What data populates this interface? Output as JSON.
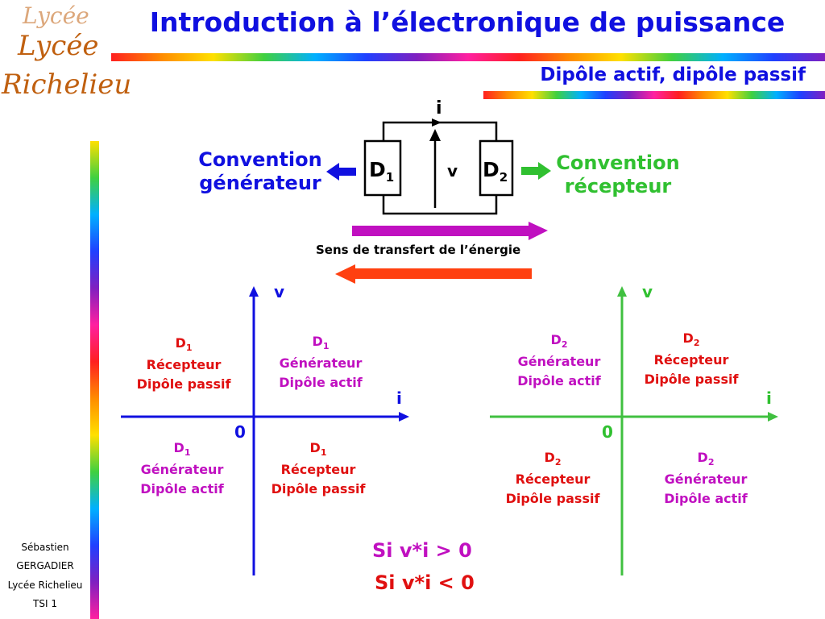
{
  "header": {
    "title": "Introduction à l’électronique de puissance",
    "subtitle": "Dipôle actif, dipôle passif"
  },
  "logo": {
    "line1": "Lycée",
    "line2": "Lycée",
    "line3": "Richelieu"
  },
  "circuit": {
    "current_label": "i",
    "voltage_label": "v",
    "dipole1": "D",
    "dipole1_sub": "1",
    "dipole2": "D",
    "dipole2_sub": "2",
    "left_convention_line1": "Convention",
    "left_convention_line2": "générateur",
    "right_convention_line1": "Convention",
    "right_convention_line2": "récepteur",
    "energy_label": "Sens de transfert de l’énergie"
  },
  "graph_left": {
    "v_axis": "v",
    "i_axis": "i",
    "origin": "0",
    "q2": {
      "d": "D",
      "sub": "1",
      "l1": "Récepteur",
      "l2": "Dipôle passif"
    },
    "q1": {
      "d": "D",
      "sub": "1",
      "l1": "Générateur",
      "l2": "Dipôle actif"
    },
    "q3": {
      "d": "D",
      "sub": "1",
      "l1": "Générateur",
      "l2": "Dipôle actif"
    },
    "q4": {
      "d": "D",
      "sub": "1",
      "l1": "Récepteur",
      "l2": "Dipôle passif"
    }
  },
  "graph_right": {
    "v_axis": "v",
    "i_axis": "i",
    "origin": "0",
    "q2": {
      "d": "D",
      "sub": "2",
      "l1": "Générateur",
      "l2": "Dipôle actif"
    },
    "q1": {
      "d": "D",
      "sub": "2",
      "l1": "Récepteur",
      "l2": "Dipôle passif"
    },
    "q3": {
      "d": "D",
      "sub": "2",
      "l1": "Récepteur",
      "l2": "Dipôle passif"
    },
    "q4": {
      "d": "D",
      "sub": "2",
      "l1": "Générateur",
      "l2": "Dipôle actif"
    }
  },
  "conditions": {
    "positive": "Si v*i > 0",
    "negative": "Si v*i < 0"
  },
  "author": {
    "name": "Sébastien",
    "surname": "GERGADIER",
    "school": "Lycée Richelieu",
    "class": "TSI 1"
  },
  "colors": {
    "title_blue": "#1010e0",
    "red": "#e01010",
    "magenta": "#c010c0",
    "green": "#30c030",
    "orange_red": "#ff4010"
  },
  "icons": [
    "left-arrow-icon",
    "right-arrow-icon",
    "energy-right-arrow-icon",
    "energy-left-arrow-icon"
  ]
}
